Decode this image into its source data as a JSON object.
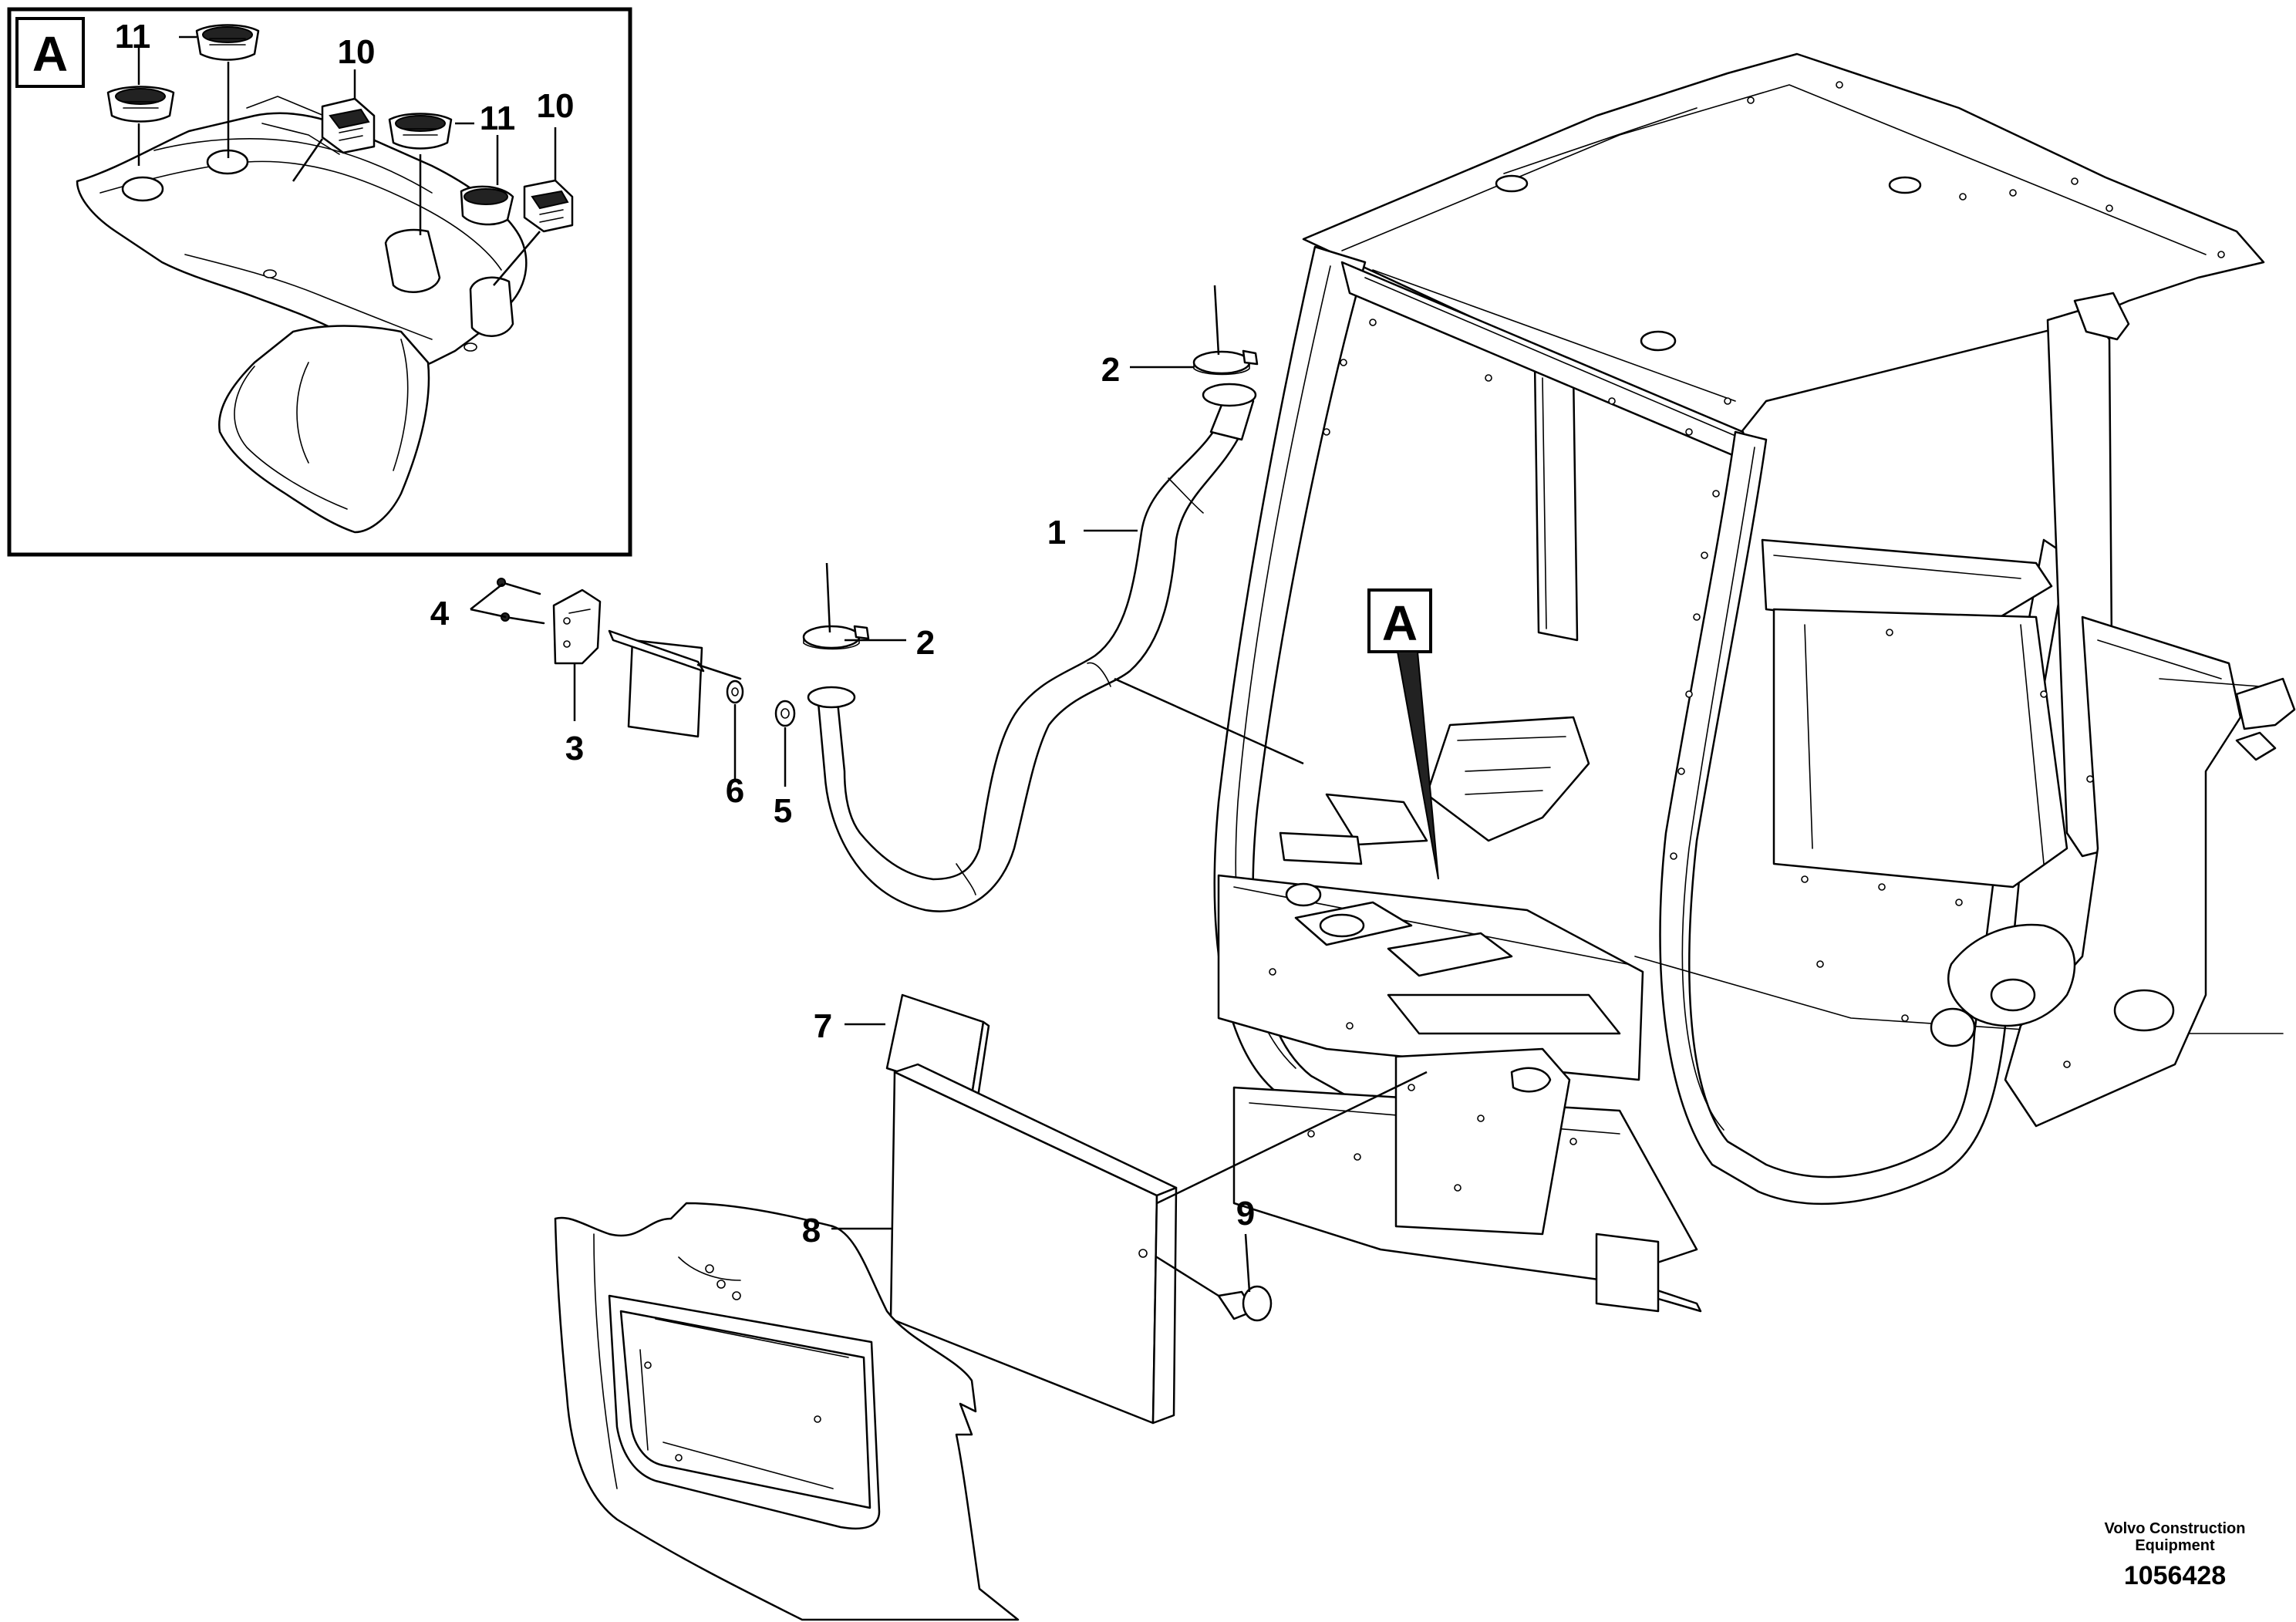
{
  "callouts": {
    "c1": "1",
    "c2a": "2",
    "c2b": "2",
    "c3": "3",
    "c4": "4",
    "c5": "5",
    "c6": "6",
    "c7": "7",
    "c8": "8",
    "c9": "9",
    "c10a": "10",
    "c10b": "10",
    "c11a": "11",
    "c11b": "11"
  },
  "detail_label": "A",
  "detail_ref_label": "A",
  "credit_line1": "Volvo Construction",
  "credit_line2": "Equipment",
  "document_number": "1056428"
}
